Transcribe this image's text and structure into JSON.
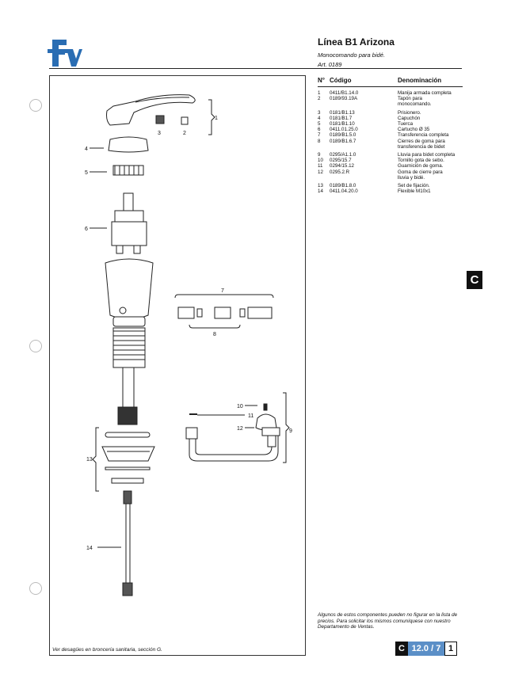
{
  "header": {
    "title": "Línea B1 Arizona",
    "subtitle": "Monocomando para bidé.",
    "article": "Art. 0189"
  },
  "section_letter": "C",
  "parts_table": {
    "headers": {
      "num": "N°",
      "code": "Código",
      "name": "Denominación"
    },
    "rows": [
      {
        "n": "1",
        "code": "0411/B1.14.0",
        "lines": [
          "Manija armada completa"
        ]
      },
      {
        "n": "2",
        "code": "0189/93.19A",
        "lines": [
          "Tapón para",
          "monocomando."
        ]
      },
      {
        "n": "3",
        "code": "0181/B1.13",
        "lines": [
          "Prisionero."
        ]
      },
      {
        "n": "4",
        "code": "0181/B1.7",
        "lines": [
          "Capuchón"
        ]
      },
      {
        "n": "5",
        "code": "0181/B1.10",
        "lines": [
          "Tuerca"
        ]
      },
      {
        "n": "6",
        "code": "0411.01.25.0",
        "lines": [
          "Cartucho Ø 35"
        ]
      },
      {
        "n": "7",
        "code": "0189/B1.5.0",
        "lines": [
          "Transferencia completa"
        ]
      },
      {
        "n": "8",
        "code": "0189/B1.6.7",
        "lines": [
          "Cierres de goma para",
          "transferencia de bidet"
        ]
      },
      {
        "n": "9",
        "code": "0295/A1.1.0",
        "lines": [
          "Lluvia para bidet completa"
        ]
      },
      {
        "n": "10",
        "code": "0295/15.7",
        "lines": [
          "Tornillo gota de sebo."
        ]
      },
      {
        "n": "11",
        "code": "0294/15.12",
        "lines": [
          "Guarnición de goma."
        ]
      },
      {
        "n": "12",
        "code": "0295.2.R",
        "lines": [
          "Goma de cierre para",
          "lluvia y bidé."
        ]
      },
      {
        "n": "13",
        "code": "0189/B1.8.0",
        "lines": [
          "Set de fijación."
        ]
      },
      {
        "n": "14",
        "code": "0411.04.20.0",
        "lines": [
          "Flexible M10x1"
        ]
      }
    ]
  },
  "diagram": {
    "callouts": [
      "1",
      "2",
      "3",
      "4",
      "5",
      "6",
      "7",
      "8",
      "9",
      "10",
      "11",
      "12",
      "13",
      "14"
    ]
  },
  "footnote_left": "Ver desagües en broncería sanitaria, sección G.",
  "note": "Algunos de estos componentes pueden no figurar en la lista de precios. Para solicitar los mismos comuníquese con nuestro Departamento de Ventas.",
  "page": {
    "section": "C",
    "number": "12.0 / 7",
    "sheet": "1"
  },
  "colors": {
    "page_number_bg": "#5b8fc7",
    "ink": "#111111"
  }
}
